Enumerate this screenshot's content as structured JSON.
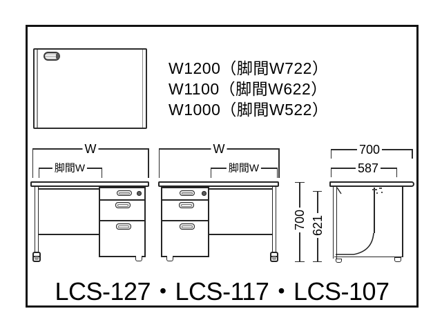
{
  "title": "LCS-127・LCS-117・LCS-107",
  "spec": {
    "lines": [
      "W1200（脚間W722）",
      "W1100（脚間W622）",
      "W1000（脚間W522）"
    ]
  },
  "dimensions": {
    "desk1_width_label": "W",
    "desk1_legspan_label": "脚間W",
    "desk2_width_label": "W",
    "desk2_legspan_label": "脚間W",
    "side_depth_total": "700",
    "side_depth_body": "587",
    "side_height_total": "700",
    "side_height_under_top": "621"
  },
  "colors": {
    "line": "#242424",
    "background": "#ffffff"
  }
}
